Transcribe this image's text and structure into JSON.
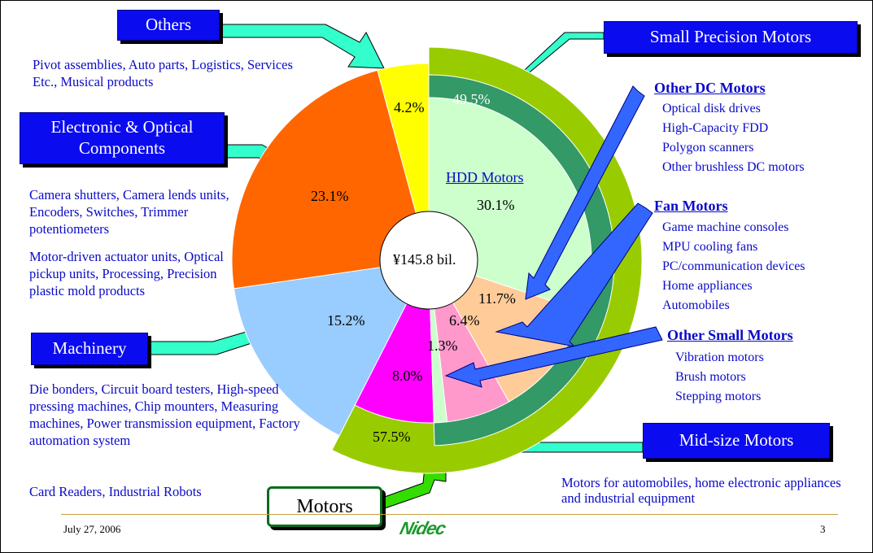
{
  "callouts": {
    "others": {
      "label": "Others",
      "description": "Pivot assemblies, Auto parts, Logistics, Services Etc., Musical products"
    },
    "electronic": {
      "label_line1": "Electronic & Optical",
      "label_line2": "Components",
      "description1": "Camera shutters, Camera lends units, Encoders, Switches, Trimmer potentiometers",
      "description2": "Motor-driven actuator units, Optical pickup units, Processing, Precision plastic mold products"
    },
    "machinery": {
      "label": "Machinery",
      "description1": "Die bonders, Circuit board testers, High-speed pressing machines, Chip mounters, Measuring machines, Power transmission equipment, Factory automation system",
      "description2": "Card Readers, Industrial Robots"
    },
    "small_precision": {
      "label": "Small Precision Motors"
    },
    "mid_size": {
      "label": "Mid-size Motors",
      "description": "Motors for automobiles, home electronic appliances and industrial equipment"
    },
    "motors": {
      "label": "Motors"
    }
  },
  "motor_groups": {
    "other_dc": {
      "heading": "Other DC Motors",
      "items": [
        "Optical disk drives",
        "High-Capacity FDD",
        "Polygon scanners",
        "Other brushless DC motors"
      ]
    },
    "fan": {
      "heading": "Fan Motors",
      "items": [
        "Game machine consoles",
        "MPU cooling fans",
        "PC/communication devices",
        "Home appliances",
        "Automobiles"
      ]
    },
    "other_small": {
      "heading": "Other Small Motors",
      "items": [
        "Vibration motors",
        "Brush motors",
        "Stepping motors"
      ]
    }
  },
  "chart_data": {
    "type": "pie",
    "center_label": "¥145.8 bil.",
    "outer": [
      {
        "name": "Motors",
        "value": 57.5,
        "label": "57.5%",
        "color": "#99cc00"
      },
      {
        "name": "Machinery",
        "value": 15.2,
        "label": "15.2%",
        "color": "#99ccff"
      },
      {
        "name": "Electronic & Optical Components",
        "value": 23.1,
        "label": "23.1%",
        "color": "#ff6600"
      },
      {
        "name": "Others",
        "value": 4.2,
        "label": "4.2%",
        "color": "#ffff00"
      }
    ],
    "motors_breakdown": [
      {
        "name": "Small Precision Motors",
        "value": 49.5,
        "label": "49.5%",
        "color": "#339966"
      },
      {
        "name": "Mid-size Motors",
        "value": 8.0,
        "label": "8.0%",
        "color": "#ff00ff"
      }
    ],
    "small_precision_breakdown": [
      {
        "name": "HDD Motors",
        "value": 30.1,
        "label": "30.1%",
        "color": "#ccffcc"
      },
      {
        "name": "Other DC Motors",
        "value": 11.7,
        "label": "11.7%",
        "color": "#ffcc99"
      },
      {
        "name": "Fan Motors",
        "value": 6.4,
        "label": "6.4%",
        "color": "#ff99cc"
      },
      {
        "name": "Other Small Motors",
        "value": 1.3,
        "label": "1.3%",
        "color": "#ccffcc"
      }
    ]
  },
  "footer": {
    "date": "July 27, 2006",
    "page": "3",
    "logo": "Nidec"
  }
}
